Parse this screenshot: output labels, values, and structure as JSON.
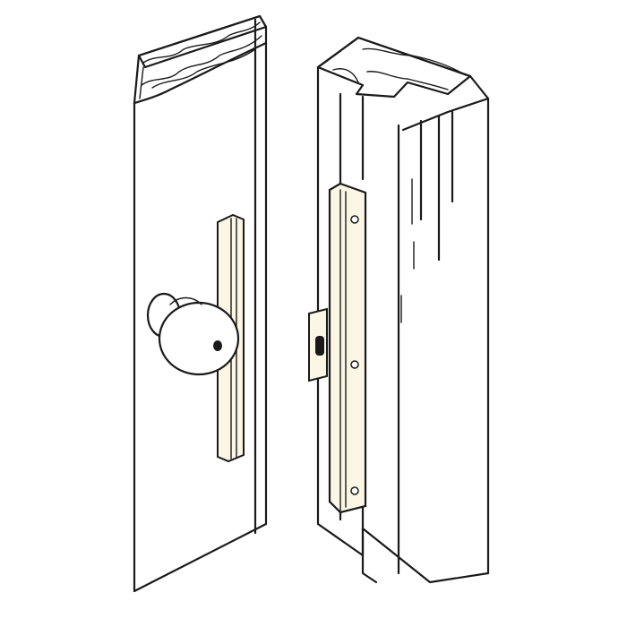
{
  "colors": {
    "background": "#ffffff",
    "line": "#1a1a1a",
    "guard_plate": "#fbf7e4"
  },
  "icons": [
    "door-slab",
    "door-knob",
    "edge-guard",
    "door-frame",
    "strike-plate",
    "latch-protector-plate",
    "screw"
  ]
}
